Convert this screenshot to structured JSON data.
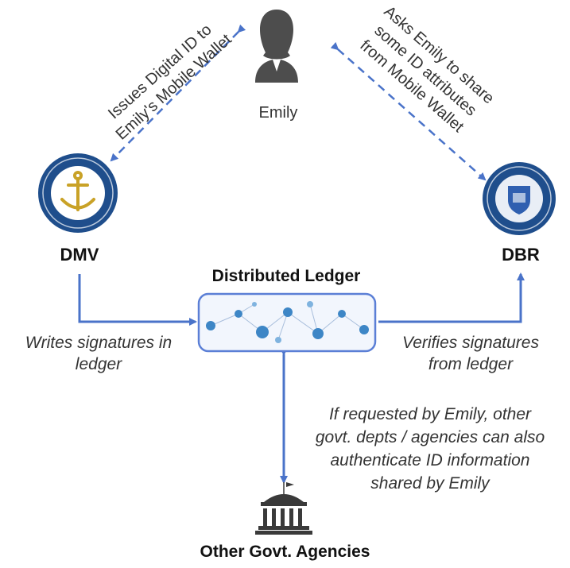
{
  "nodes": {
    "emily": "Emily",
    "dmv": "DMV",
    "dbr": "DBR",
    "ledger": "Distributed Ledger",
    "agencies": "Other Govt. Agencies"
  },
  "edges": {
    "issues_line1": "Issues Digital ID to",
    "issues_line2": "Emily's Mobile Wallet",
    "asks_line1": "Asks Emily to share",
    "asks_line2": "some ID attributes",
    "asks_line3": "from Mobile Wallet",
    "writes_line1": "Writes signatures in",
    "writes_line2": "ledger",
    "verifies_line1": "Verifies signatures",
    "verifies_line2": "from ledger",
    "requested_line1": "If requested by Emily, other",
    "requested_line2": "govt. depts / agencies can also",
    "requested_line3": "authenticate ID information",
    "requested_line4": "shared by Emily"
  },
  "icons": {
    "emily": "person-icon",
    "dmv": "dmv-seal-icon",
    "dbr": "dbr-seal-icon",
    "ledger": "network-icon",
    "agencies": "building-icon"
  },
  "colors": {
    "arrow": "#4a73c9",
    "seal_blue": "#1f4e8c",
    "seal_gold": "#c9a227",
    "ledger_border": "#5b7fd6",
    "person": "#4d4d4d"
  }
}
